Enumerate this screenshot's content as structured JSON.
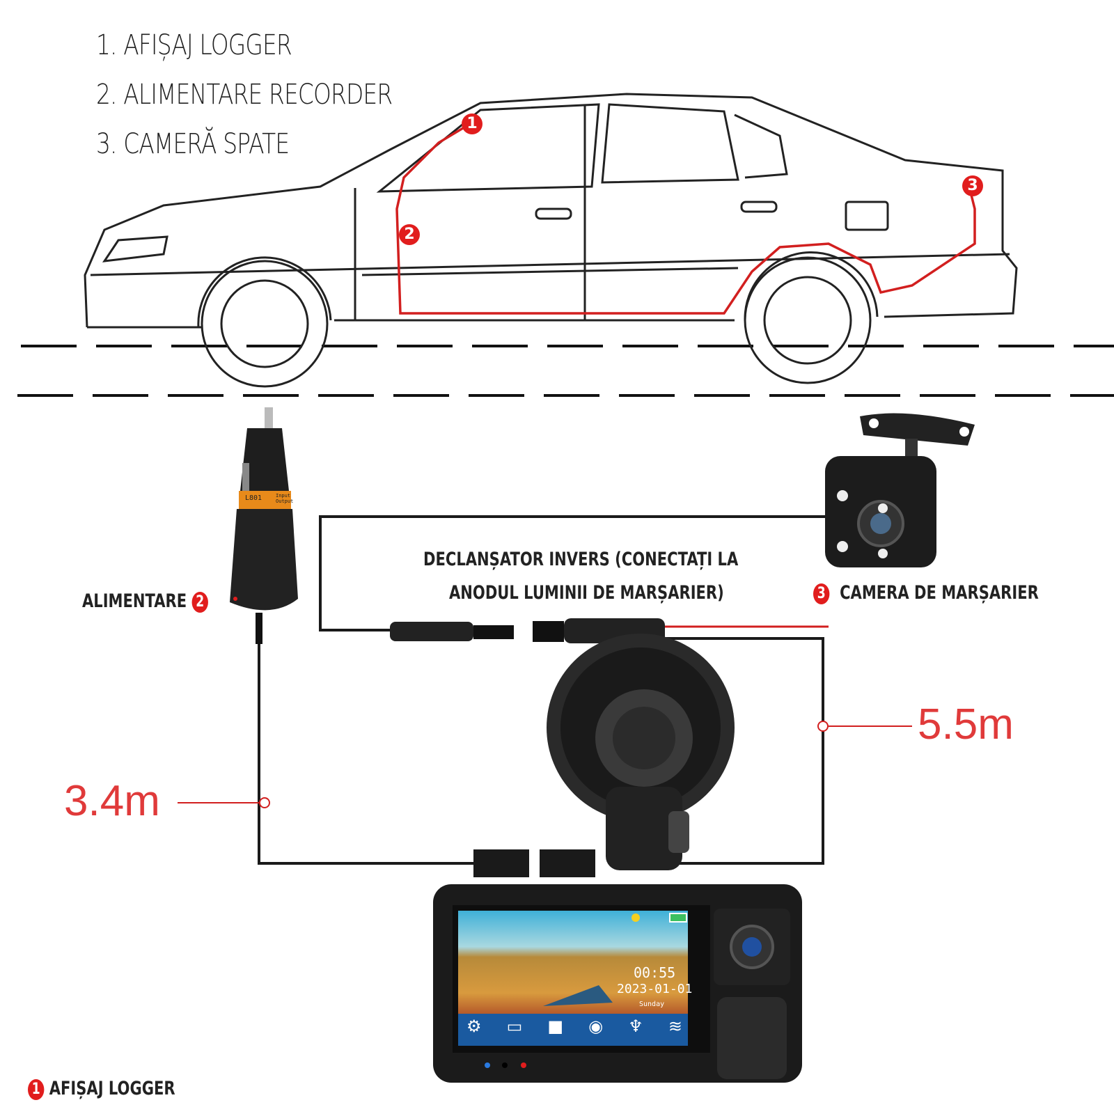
{
  "legend": [
    "1. AFIȘAJ LOGGER",
    "2. ALIMENTARE RECORDER",
    "3. CAMERĂ SPATE"
  ],
  "markers": [
    "1",
    "2",
    "3"
  ],
  "labels": {
    "reverse_trigger_line1": "DECLANȘATOR INVERS (CONECTAȚI LA",
    "reverse_trigger_line2": "ANODUL LUMINII DE MARȘARIER)",
    "power": "ALIMENTARE",
    "rear_camera": "CAMERA DE MARȘARIER",
    "display": "AFIȘAJ LOGGER"
  },
  "measurements": {
    "power_cable": "3.4m",
    "rear_cable": "5.5m"
  },
  "charger": {
    "model": "L801",
    "text1": "Input",
    "text2": "Output"
  },
  "dashcam_screen": {
    "time": "00:55",
    "date": "2023-01-01",
    "day": "Sunday",
    "icons": [
      "gear-icon",
      "folder-icon",
      "video-icon",
      "camera-icon",
      "microphone-icon",
      "wifi-icon"
    ]
  },
  "colors": {
    "accent": "#e11d1d",
    "measure": "#e03a3a",
    "cable": "#1a1a1a"
  }
}
